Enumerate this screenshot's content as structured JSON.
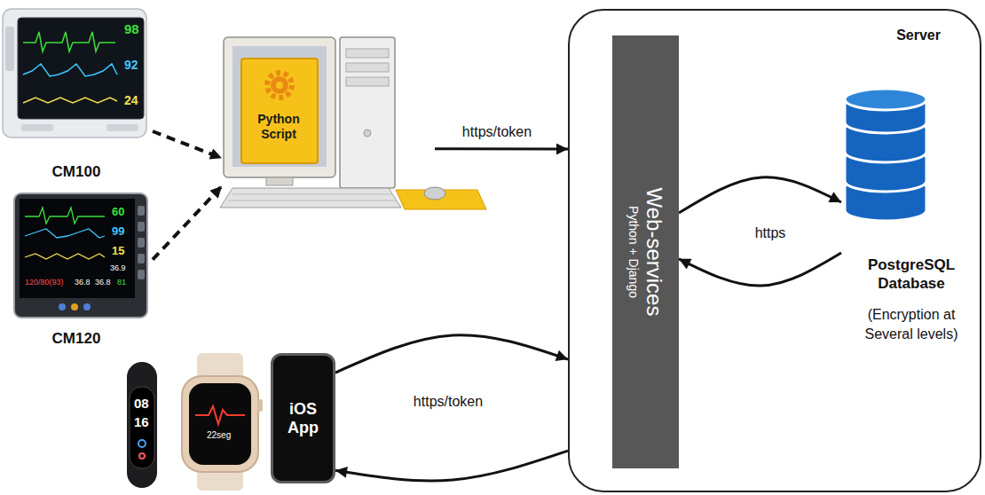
{
  "diagram": {
    "nodes": [
      {
        "text": [
          "CM100"
        ]
      },
      {
        "text": [
          "CM120"
        ]
      },
      {
        "text": [
          "Python Script"
        ]
      },
      {
        "text": [
          "Server"
        ]
      },
      {
        "text": [
          "Web-services",
          "Python + Django"
        ],
        "in": 3
      },
      {
        "text": [
          "PostgreSQL Database",
          "(Encryption at Several levels)"
        ],
        "in": 3
      },
      {
        "text": [
          "iOS App"
        ]
      }
    ],
    "edges": [
      {
        "from": 0,
        "to": 2,
        "arrow": "to"
      },
      {
        "from": 1,
        "to": 2,
        "arrow": "to"
      },
      {
        "from": 2,
        "to": 3,
        "label": "https/token",
        "arrow": "to"
      },
      {
        "from": 4,
        "to": 5,
        "label": "https",
        "arrow": "to"
      },
      {
        "from": 5,
        "to": 4,
        "arrow": "to"
      },
      {
        "from": 6,
        "to": 3,
        "label": "https/token",
        "arrow": "to"
      },
      {
        "from": 3,
        "to": 6,
        "arrow": "to"
      }
    ],
    "labels": [
      "98",
      "92",
      "24",
      "60",
      "99",
      "15",
      "36.9",
      "120/80(93)",
      "36.8",
      "36.8",
      "81",
      "08",
      "16",
      "22seg"
    ]
  }
}
